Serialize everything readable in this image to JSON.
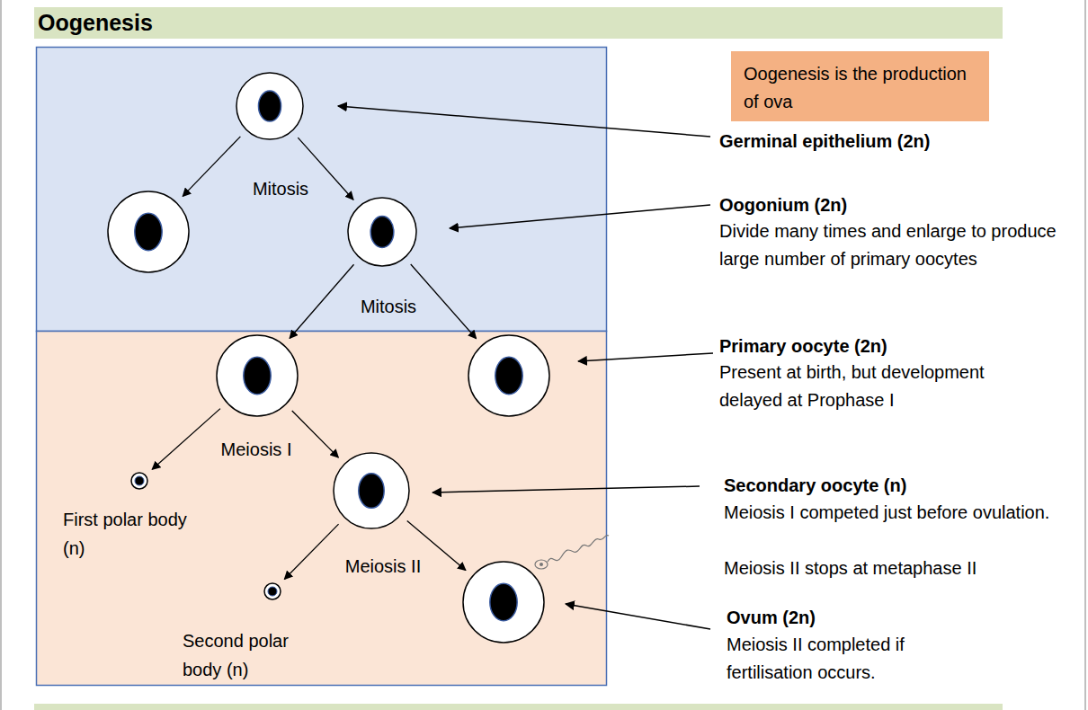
{
  "diagram": {
    "title": "Oogenesis",
    "nodes": [
      {
        "text": [
          "Oogenesis is the production of ova"
        ]
      },
      {
        "text": []
      },
      {
        "text": []
      },
      {
        "text": []
      },
      {
        "text": []
      },
      {
        "text": []
      },
      {
        "text": [
          "First polar body (n)"
        ]
      },
      {
        "text": []
      },
      {
        "text": [
          "Second polar body (n)"
        ]
      },
      {
        "text": []
      }
    ],
    "edges": [
      {
        "from": 1,
        "to": 2,
        "arrow": "to"
      },
      {
        "from": 1,
        "to": 3,
        "arrow": "to"
      },
      {
        "from": 3,
        "to": 4,
        "arrow": "to"
      },
      {
        "from": 3,
        "to": 5,
        "arrow": "to"
      },
      {
        "from": 4,
        "to": 6,
        "arrow": "to"
      },
      {
        "from": 4,
        "to": 7,
        "arrow": "to"
      },
      {
        "from": 7,
        "to": 8,
        "arrow": "to"
      },
      {
        "from": 7,
        "to": 9,
        "arrow": "to"
      }
    ],
    "labels": [
      "Mitosis",
      "Mitosis",
      "Meiosis I",
      "Meiosis II",
      "Germinal epithelium (2n)",
      "Oogonium (2n)",
      "Divide many times and enlarge to produce large number of primary oocytes",
      "Primary oocyte (2n)",
      "Present at birth, but development delayed at Prophase I",
      "Secondary oocyte (n)",
      "Meiosis I competed just before ovulation.",
      "Meiosis II stops at metaphase II",
      "Ovum (2n)",
      "Meiosis II completed if fertilisation occurs."
    ]
  }
}
